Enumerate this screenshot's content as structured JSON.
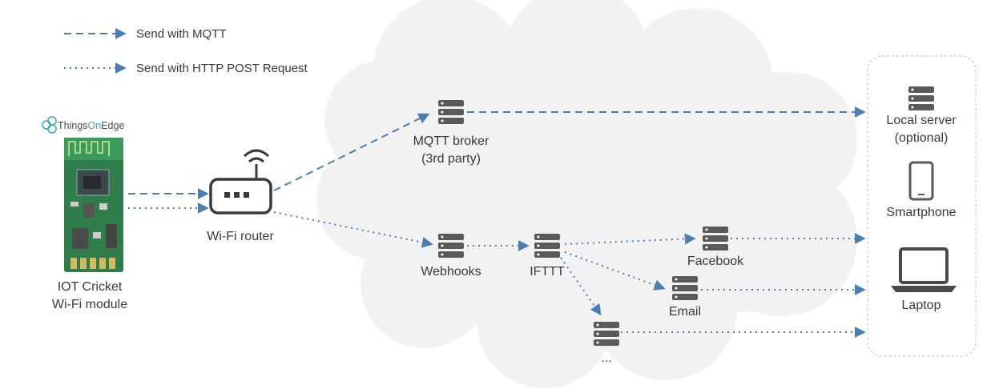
{
  "legend": {
    "mqtt_label": "Send with MQTT",
    "http_label": "Send with HTTP POST Request"
  },
  "brand": {
    "prefix": "Things",
    "highlight": "On",
    "suffix": "Edge"
  },
  "device": {
    "line1": "IOT Cricket",
    "line2": "Wi-Fi module"
  },
  "router": {
    "label": "Wi-Fi router",
    "icon": "wifi-router-icon"
  },
  "cloud_nodes": {
    "mqtt_broker": {
      "line1": "MQTT broker",
      "line2": "(3rd party)",
      "icon": "server-icon"
    },
    "webhooks": {
      "label": "Webhooks",
      "icon": "server-icon"
    },
    "ifttt": {
      "label": "IFTTT",
      "icon": "server-icon"
    },
    "facebook": {
      "label": "Facebook",
      "icon": "server-icon"
    },
    "email": {
      "label": "Email",
      "icon": "server-icon"
    },
    "more": {
      "label": "...",
      "icon": "server-icon"
    }
  },
  "endpoints": {
    "local_server": {
      "line1": "Local server",
      "line2": "(optional)",
      "icon": "server-icon"
    },
    "smartphone": {
      "label": "Smartphone",
      "icon": "smartphone-icon"
    },
    "laptop": {
      "label": "Laptop",
      "icon": "laptop-icon"
    }
  },
  "colors": {
    "arrow": "#4a7fb5",
    "cloud": "#f2f2f2",
    "icon": "#5a5a5a",
    "pcb": "#2f7d4a",
    "brand_accent": "#3aa6b9"
  }
}
